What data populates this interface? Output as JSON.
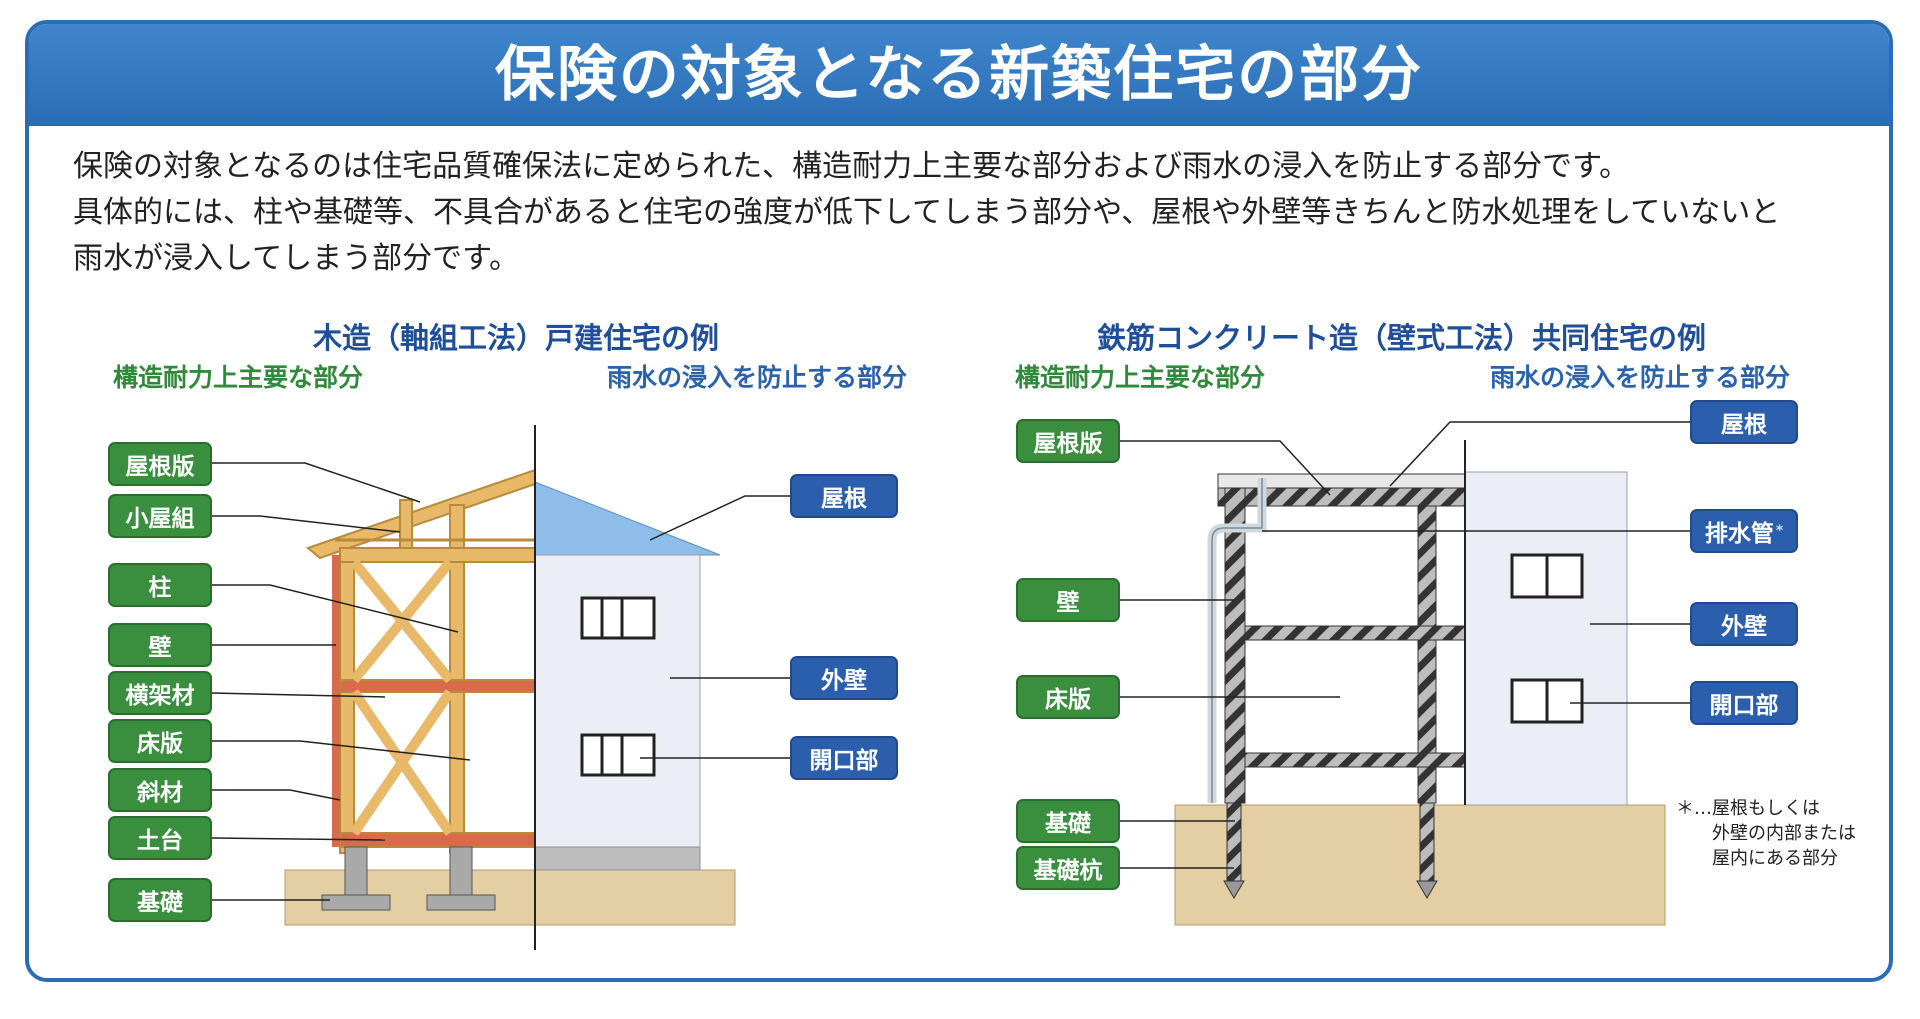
{
  "header": {
    "title": "保険の対象となる新築住宅の部分"
  },
  "description": [
    "保険の対象となるのは住宅品質確保法に定められた、構造耐力上主要な部分および雨水の浸入を防止する部分です。",
    "具体的には、柱や基礎等、不具合があると住宅の強度が低下してしまう部分や、屋根や外壁等きちんと防水処理をしていないと",
    "雨水が浸入してしまう部分です。"
  ],
  "wood": {
    "title": "木造（軸組工法）戸建住宅の例",
    "structural_heading": "構造耐力上主要な部分",
    "rain_heading": "雨水の浸入を防止する部分",
    "structural_labels": [
      "屋根版",
      "小屋組",
      "柱",
      "壁",
      "横架材",
      "床版",
      "斜材",
      "土台",
      "基礎"
    ],
    "rain_labels": [
      "屋根",
      "外壁",
      "開口部"
    ]
  },
  "rc": {
    "title": "鉄筋コンクリート造（壁式工法）共同住宅の例",
    "structural_heading": "構造耐力上主要な部分",
    "rain_heading": "雨水の浸入を防止する部分",
    "structural_labels": [
      "屋根版",
      "壁",
      "床版",
      "基礎",
      "基礎杭"
    ],
    "rain_labels": [
      "屋根",
      "排水管",
      "外壁",
      "開口部"
    ],
    "drain_mark": "*"
  },
  "note": {
    "mark": "＊…屋根もしくは",
    "lines": [
      "外壁の内部または",
      "屋内にある部分"
    ]
  },
  "colors": {
    "brand_blue": "#2a6db6",
    "structural_green": "#3a8f3f",
    "rain_blue": "#2b5fae",
    "timber": "#e9b96a",
    "ground": "#e4cfa4"
  }
}
